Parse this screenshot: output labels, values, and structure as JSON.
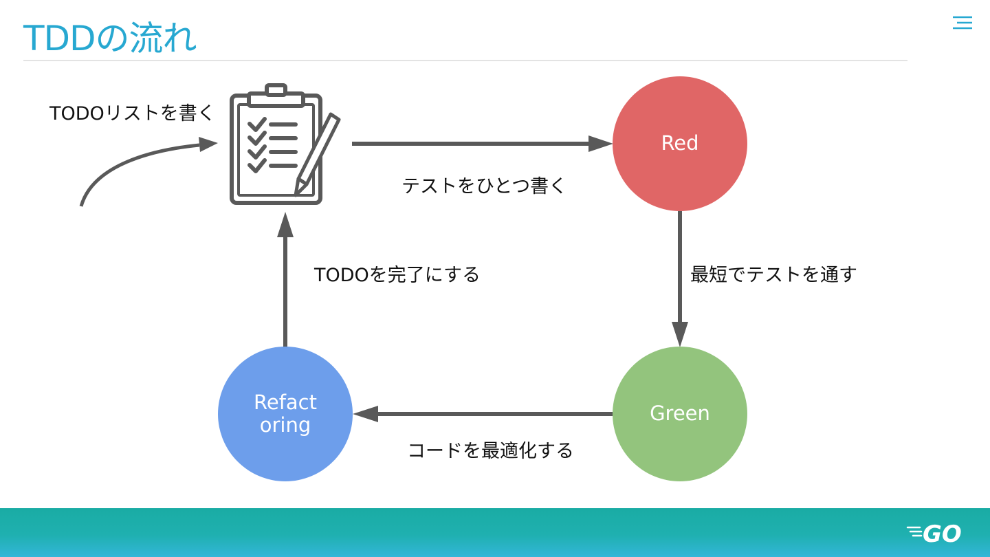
{
  "header": {
    "title": "TDDの流れ"
  },
  "diagram": {
    "nodes": {
      "red": {
        "label": "Red",
        "color": "#e06666"
      },
      "green": {
        "label": "Green",
        "color": "#93c47d"
      },
      "refactor": {
        "line1": "Refact",
        "line2": "oring",
        "color": "#6d9eeb"
      }
    },
    "edges": {
      "write_todo": "TODOリストを書く",
      "write_test": "テストをひとつ書く",
      "pass_test": "最短でテストを通す",
      "optimize": "コードを最適化する",
      "complete_todo": "TODOを完了にする"
    },
    "icons": {
      "todo": "clipboard-checklist-icon"
    }
  },
  "footer": {
    "logo": "GO",
    "color": "#1aaca4"
  }
}
